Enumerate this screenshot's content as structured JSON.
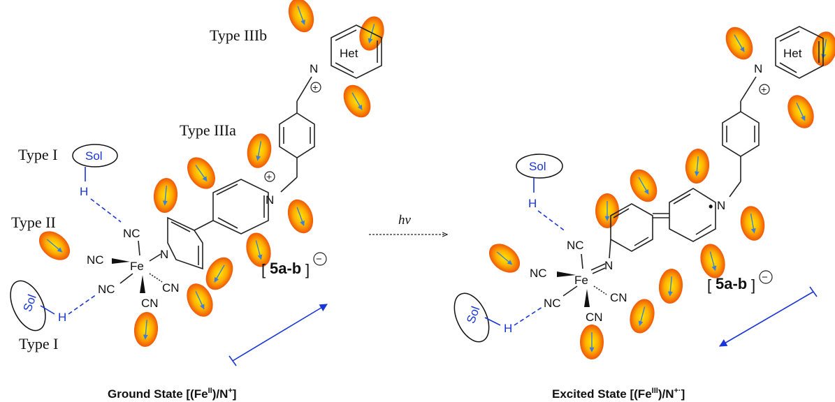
{
  "labels": {
    "type_iiib": "Type IIIb",
    "type_iiia": "Type IIIa",
    "type_i_top": "Type I",
    "type_ii": "Type II",
    "type_i_bottom": "Type I",
    "hv": "hv",
    "het": "Het",
    "sol": "Sol",
    "h": "H",
    "n": "N",
    "fe": "Fe",
    "nc": "NC",
    "cn": "CN",
    "compound": "5a-b",
    "charge_plus": "+",
    "charge_minus": "−",
    "radical_dot": "•"
  },
  "captions": {
    "ground_main": "Ground State [(Fe",
    "ground_ox": "II",
    "ground_mid": ")/N",
    "ground_charge": "+",
    "ground_end": "]",
    "excited_main": "Excited State [(Fe",
    "excited_ox": "III",
    "excited_mid": ")/N",
    "excited_charge": "+·",
    "excited_end": "]"
  },
  "colors": {
    "solvent_dipole_outer": "#e8340c",
    "solvent_dipole_inner": "#ffd000",
    "dipole_arrow": "#3c7fd6",
    "hbond": "#1a35d6",
    "field_arrow": "#1a35d6"
  }
}
